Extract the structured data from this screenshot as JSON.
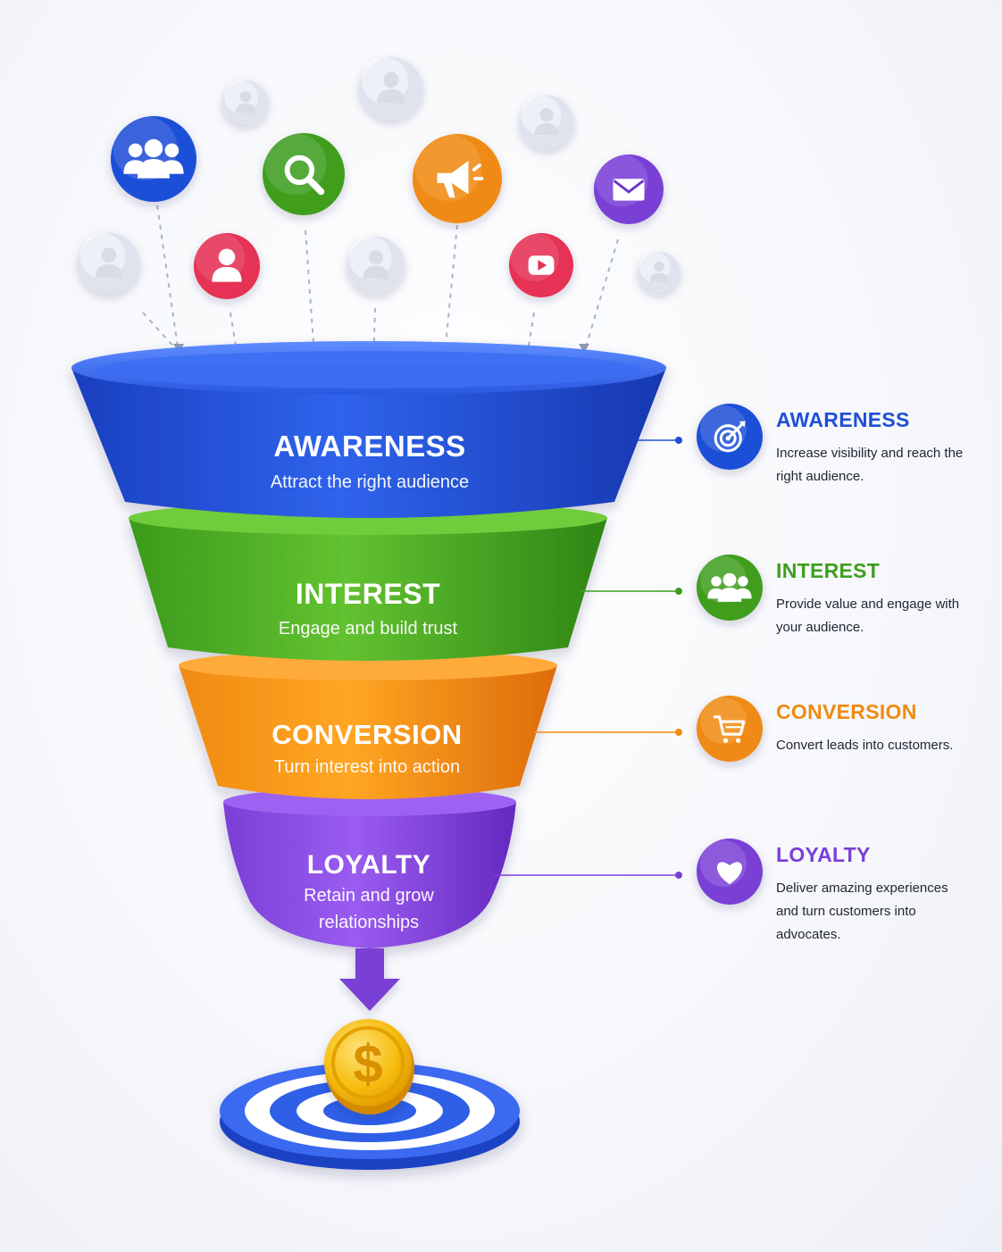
{
  "colors": {
    "blue": "#1f4fd8",
    "green": "#3f9e1f",
    "orange": "#f08a12",
    "purple": "#7a3fd6",
    "red": "#e53155",
    "gold": "#f5b800",
    "grey": "#dfe3ee"
  },
  "funnel": {
    "stages": [
      {
        "title": "AWARENESS",
        "subtitle": [
          "Attract the right audience"
        ],
        "color_key": "blue"
      },
      {
        "title": "INTEREST",
        "subtitle": [
          "Engage and build trust"
        ],
        "color_key": "green"
      },
      {
        "title": "CONVERSION",
        "subtitle": [
          "Turn interest into action"
        ],
        "color_key": "orange"
      },
      {
        "title": "LOYALTY",
        "subtitle": [
          "Retain and grow",
          "relationships"
        ],
        "color_key": "purple"
      }
    ]
  },
  "side_panels": [
    {
      "title": "AWARENESS",
      "description": "Increase visibility and reach the right audience.",
      "icon": "target-icon",
      "color_key": "blue"
    },
    {
      "title": "INTEREST",
      "description": "Provide value and engage with your audience.",
      "icon": "people-icon",
      "color_key": "green"
    },
    {
      "title": "CONVERSION",
      "description": "Convert leads into customers.",
      "icon": "cart-icon",
      "color_key": "orange"
    },
    {
      "title": "LOYALTY",
      "description": "Deliver amazing experiences and turn customers into advocates.",
      "icon": "heart-icon",
      "color_key": "purple"
    }
  ],
  "top_icons": [
    {
      "icon": "group-icon",
      "color_key": "blue"
    },
    {
      "icon": "user-icon",
      "color_key": "grey"
    },
    {
      "icon": "search-icon",
      "color_key": "green"
    },
    {
      "icon": "user-icon",
      "color_key": "grey"
    },
    {
      "icon": "megaphone-icon",
      "color_key": "orange"
    },
    {
      "icon": "user-icon",
      "color_key": "grey"
    },
    {
      "icon": "mail-icon",
      "color_key": "purple"
    },
    {
      "icon": "user-icon",
      "color_key": "grey"
    },
    {
      "icon": "profile-icon",
      "color_key": "red"
    },
    {
      "icon": "user-icon",
      "color_key": "grey"
    },
    {
      "icon": "play-icon",
      "color_key": "red"
    },
    {
      "icon": "user-icon",
      "color_key": "grey"
    }
  ],
  "goal": {
    "symbol": "$",
    "icon": "dollar-coin-icon",
    "target_icon": "target-base-icon"
  }
}
